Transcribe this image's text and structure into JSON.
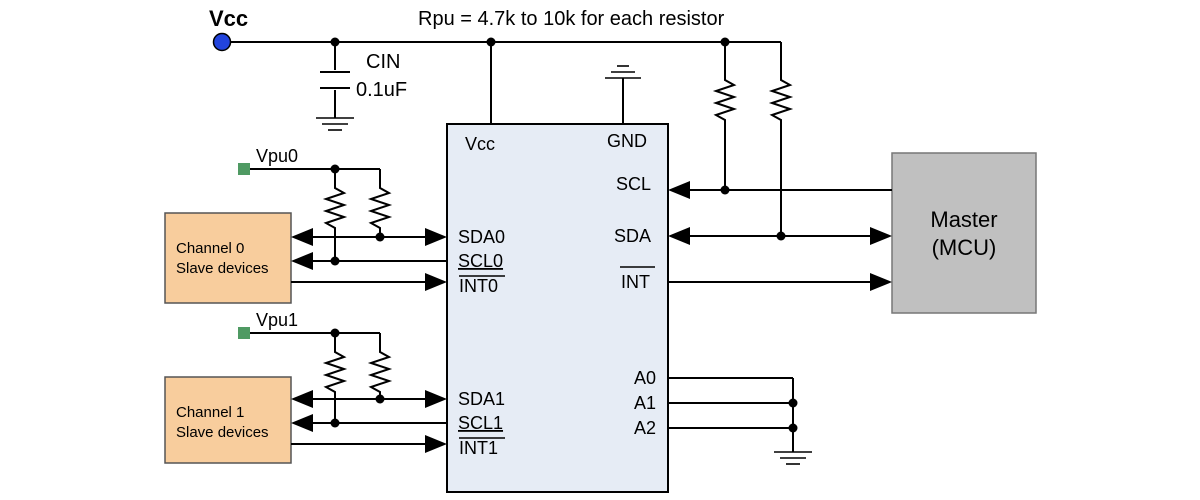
{
  "vcc_source_label": "Vcc",
  "pullup_note": "Rpu = 4.7k to 10k for each resistor",
  "cap_name": "CIN",
  "cap_value": "0.1uF",
  "chip": {
    "vcc_pin": "Vcc",
    "gnd_pin": "GND",
    "scl_pin": "SCL",
    "sda_pin": "SDA",
    "int_pin": "INT",
    "sda0_pin": "SDA0",
    "scl0_pin": "SCL0",
    "int0_pin": "INT0",
    "sda1_pin": "SDA1",
    "scl1_pin": "SCL1",
    "int1_pin": "INT1",
    "a0_pin": "A0",
    "a1_pin": "A1",
    "a2_pin": "A2"
  },
  "master": {
    "line1": "Master",
    "line2": "(MCU)"
  },
  "channel0": {
    "pullup_label": "Vpu0",
    "line1": "Channel 0",
    "line2": "Slave devices"
  },
  "channel1": {
    "pullup_label": "Vpu1",
    "line1": "Channel 1",
    "line2": "Slave devices"
  },
  "colors": {
    "chip_fill": "#e6ecf5",
    "master_fill": "#c0c0c0",
    "slave_fill": "#f8cd9d",
    "vcc_terminal": "#2244dd",
    "vpu_terminal": "#4f9a63"
  }
}
